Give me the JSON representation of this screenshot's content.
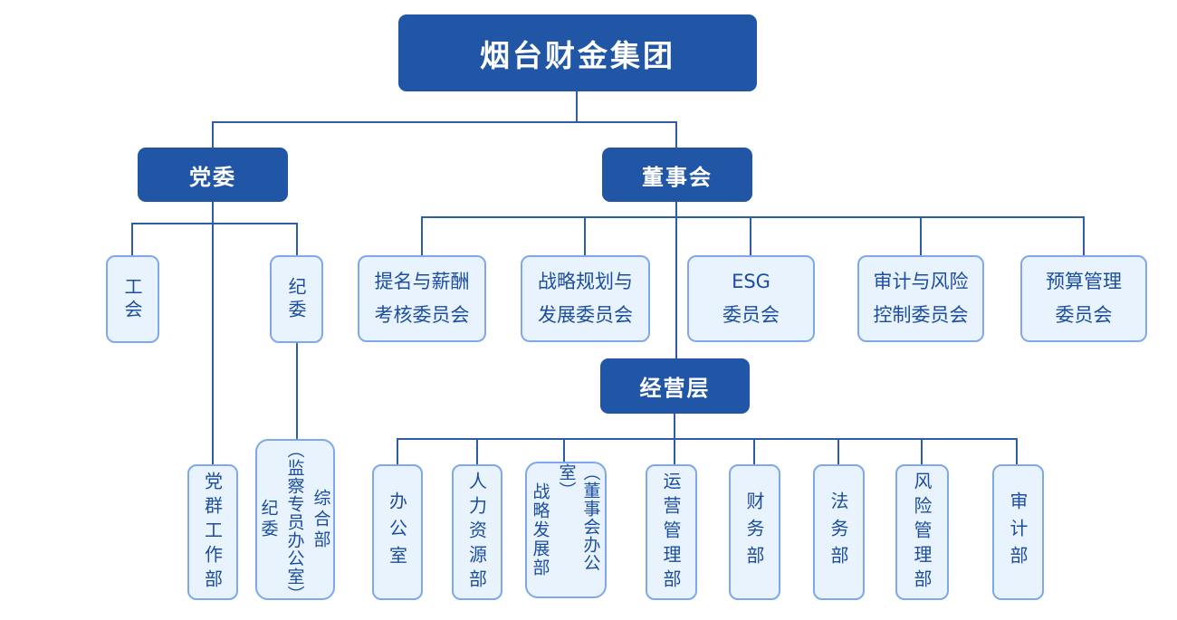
{
  "org": {
    "root_label": "烟台财金集团",
    "party_label": "党委",
    "board_label": "董事会",
    "management_label": "经营层",
    "union_label": "工会",
    "discipline_label": "纪委",
    "committees": [
      {
        "line1": "提名与薪酬",
        "line2": "考核委员会"
      },
      {
        "line1": "战略规划与",
        "line2": "发展委员会"
      },
      {
        "line1": "ESG",
        "line2": "委员会"
      },
      {
        "line1": "审计与风险",
        "line2": "控制委员会"
      },
      {
        "line1": "预算管理",
        "line2": "委员会"
      }
    ],
    "party_departments": [
      {
        "label": "党群工作部"
      },
      {
        "label": "综合部",
        "annotation": "（监察专员办公室）",
        "secondary_label": "纪委"
      }
    ],
    "management_departments": [
      {
        "label": "办公室"
      },
      {
        "label": "人力资源部"
      },
      {
        "label": "战略发展部",
        "annotation": "（董事会办公室）"
      },
      {
        "label": "运营管理部"
      },
      {
        "label": "财务部"
      },
      {
        "label": "法务部"
      },
      {
        "label": "风险管理部"
      },
      {
        "label": "审计部"
      }
    ],
    "colors": {
      "primary_blue": "#2155a6",
      "light_fill": "#e9f3fd",
      "light_border": "#7fa8ec",
      "dark_text": "#1b4e9f",
      "connector": "#2d5ca9",
      "background": "#ffffff"
    }
  }
}
